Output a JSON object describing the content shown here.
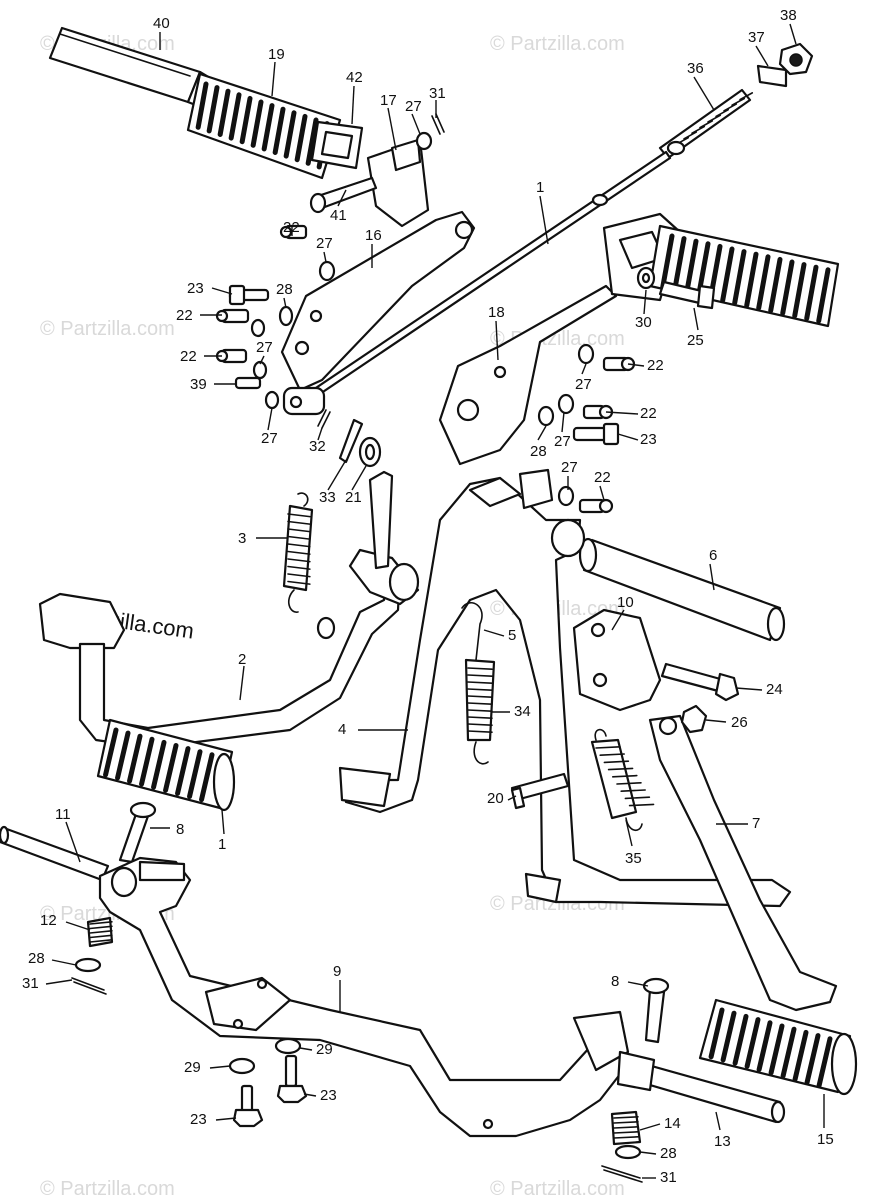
{
  "watermark": {
    "text": "© Partzilla.com",
    "prominent_text": "© Partzilla.com"
  },
  "callouts": [
    {
      "id": "c40",
      "text": "40"
    },
    {
      "id": "c19",
      "text": "19"
    },
    {
      "id": "c42",
      "text": "42"
    },
    {
      "id": "c17",
      "text": "17"
    },
    {
      "id": "c27a",
      "text": "27"
    },
    {
      "id": "c31a",
      "text": "31"
    },
    {
      "id": "c36",
      "text": "36"
    },
    {
      "id": "c37",
      "text": "37"
    },
    {
      "id": "c38",
      "text": "38"
    },
    {
      "id": "c41",
      "text": "41"
    },
    {
      "id": "c1a",
      "text": "1"
    },
    {
      "id": "c16",
      "text": "16"
    },
    {
      "id": "c22a",
      "text": "22"
    },
    {
      "id": "c27b",
      "text": "27"
    },
    {
      "id": "c23a",
      "text": "23"
    },
    {
      "id": "c28a",
      "text": "28"
    },
    {
      "id": "c22b",
      "text": "22"
    },
    {
      "id": "c27c",
      "text": "27"
    },
    {
      "id": "c22c",
      "text": "22"
    },
    {
      "id": "c39",
      "text": "39"
    },
    {
      "id": "c27d",
      "text": "27"
    },
    {
      "id": "c32",
      "text": "32"
    },
    {
      "id": "c33",
      "text": "33"
    },
    {
      "id": "c21",
      "text": "21"
    },
    {
      "id": "c18",
      "text": "18"
    },
    {
      "id": "c30",
      "text": "30"
    },
    {
      "id": "c25",
      "text": "25"
    },
    {
      "id": "c22d",
      "text": "22"
    },
    {
      "id": "c27e",
      "text": "27"
    },
    {
      "id": "c22e",
      "text": "22"
    },
    {
      "id": "c27f",
      "text": "27"
    },
    {
      "id": "c23b",
      "text": "23"
    },
    {
      "id": "c28b",
      "text": "28"
    },
    {
      "id": "c27g",
      "text": "27"
    },
    {
      "id": "c22f",
      "text": "22"
    },
    {
      "id": "c3",
      "text": "3"
    },
    {
      "id": "c6",
      "text": "6"
    },
    {
      "id": "c10",
      "text": "10"
    },
    {
      "id": "c5",
      "text": "5"
    },
    {
      "id": "c2",
      "text": "2"
    },
    {
      "id": "c24",
      "text": "24"
    },
    {
      "id": "c34",
      "text": "34"
    },
    {
      "id": "c4",
      "text": "4"
    },
    {
      "id": "c26",
      "text": "26"
    },
    {
      "id": "c20",
      "text": "20"
    },
    {
      "id": "c7",
      "text": "7"
    },
    {
      "id": "c8a",
      "text": "8"
    },
    {
      "id": "c11",
      "text": "11"
    },
    {
      "id": "c1b",
      "text": "1"
    },
    {
      "id": "c35",
      "text": "35"
    },
    {
      "id": "c12",
      "text": "12"
    },
    {
      "id": "c28c",
      "text": "28"
    },
    {
      "id": "c31b",
      "text": "31"
    },
    {
      "id": "c9",
      "text": "9"
    },
    {
      "id": "c8b",
      "text": "8"
    },
    {
      "id": "c29a",
      "text": "29"
    },
    {
      "id": "c29b",
      "text": "29"
    },
    {
      "id": "c23c",
      "text": "23"
    },
    {
      "id": "c23d",
      "text": "23"
    },
    {
      "id": "c14",
      "text": "14"
    },
    {
      "id": "c13",
      "text": "13"
    },
    {
      "id": "c15",
      "text": "15"
    },
    {
      "id": "c28d",
      "text": "28"
    },
    {
      "id": "c31c",
      "text": "31"
    }
  ]
}
